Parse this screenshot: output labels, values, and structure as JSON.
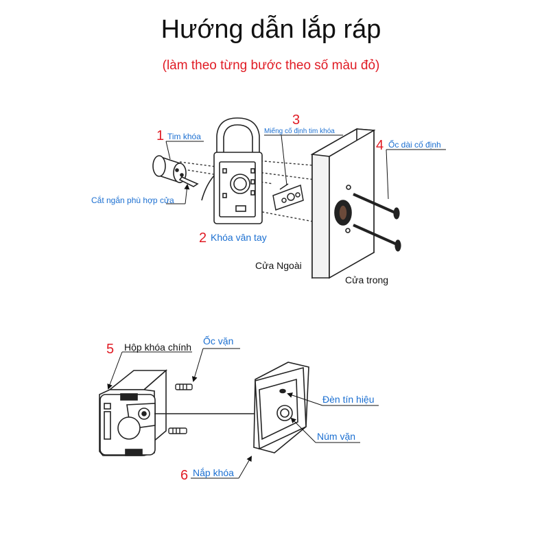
{
  "header": {
    "title": "Hướng dẫn lắp ráp",
    "subtitle": "(làm theo từng bước theo số màu đỏ)"
  },
  "step1": {
    "number": "1",
    "label": "Tim khóa"
  },
  "cut_note": "Cắt ngắn phù hợp cửa",
  "step2": {
    "number": "2",
    "label": "Khóa vân tay"
  },
  "step3": {
    "number": "3",
    "label": "Miếng cố định tim khóa"
  },
  "step4": {
    "number": "4",
    "label": "Ốc dài cố định"
  },
  "door": {
    "outside": "Cửa Ngoài",
    "inside": "Cửa trong"
  },
  "step5": {
    "number": "5",
    "label": "Hộp khóa chính"
  },
  "screw_label": "Ốc vặn",
  "signal_label": "Đèn tín hiệu",
  "knob_label": "Núm vặn",
  "step6": {
    "number": "6",
    "label": "Nắp khóa"
  },
  "colors": {
    "step_number": "#e01b24",
    "label": "#1b6fd1",
    "line": "#222222"
  }
}
